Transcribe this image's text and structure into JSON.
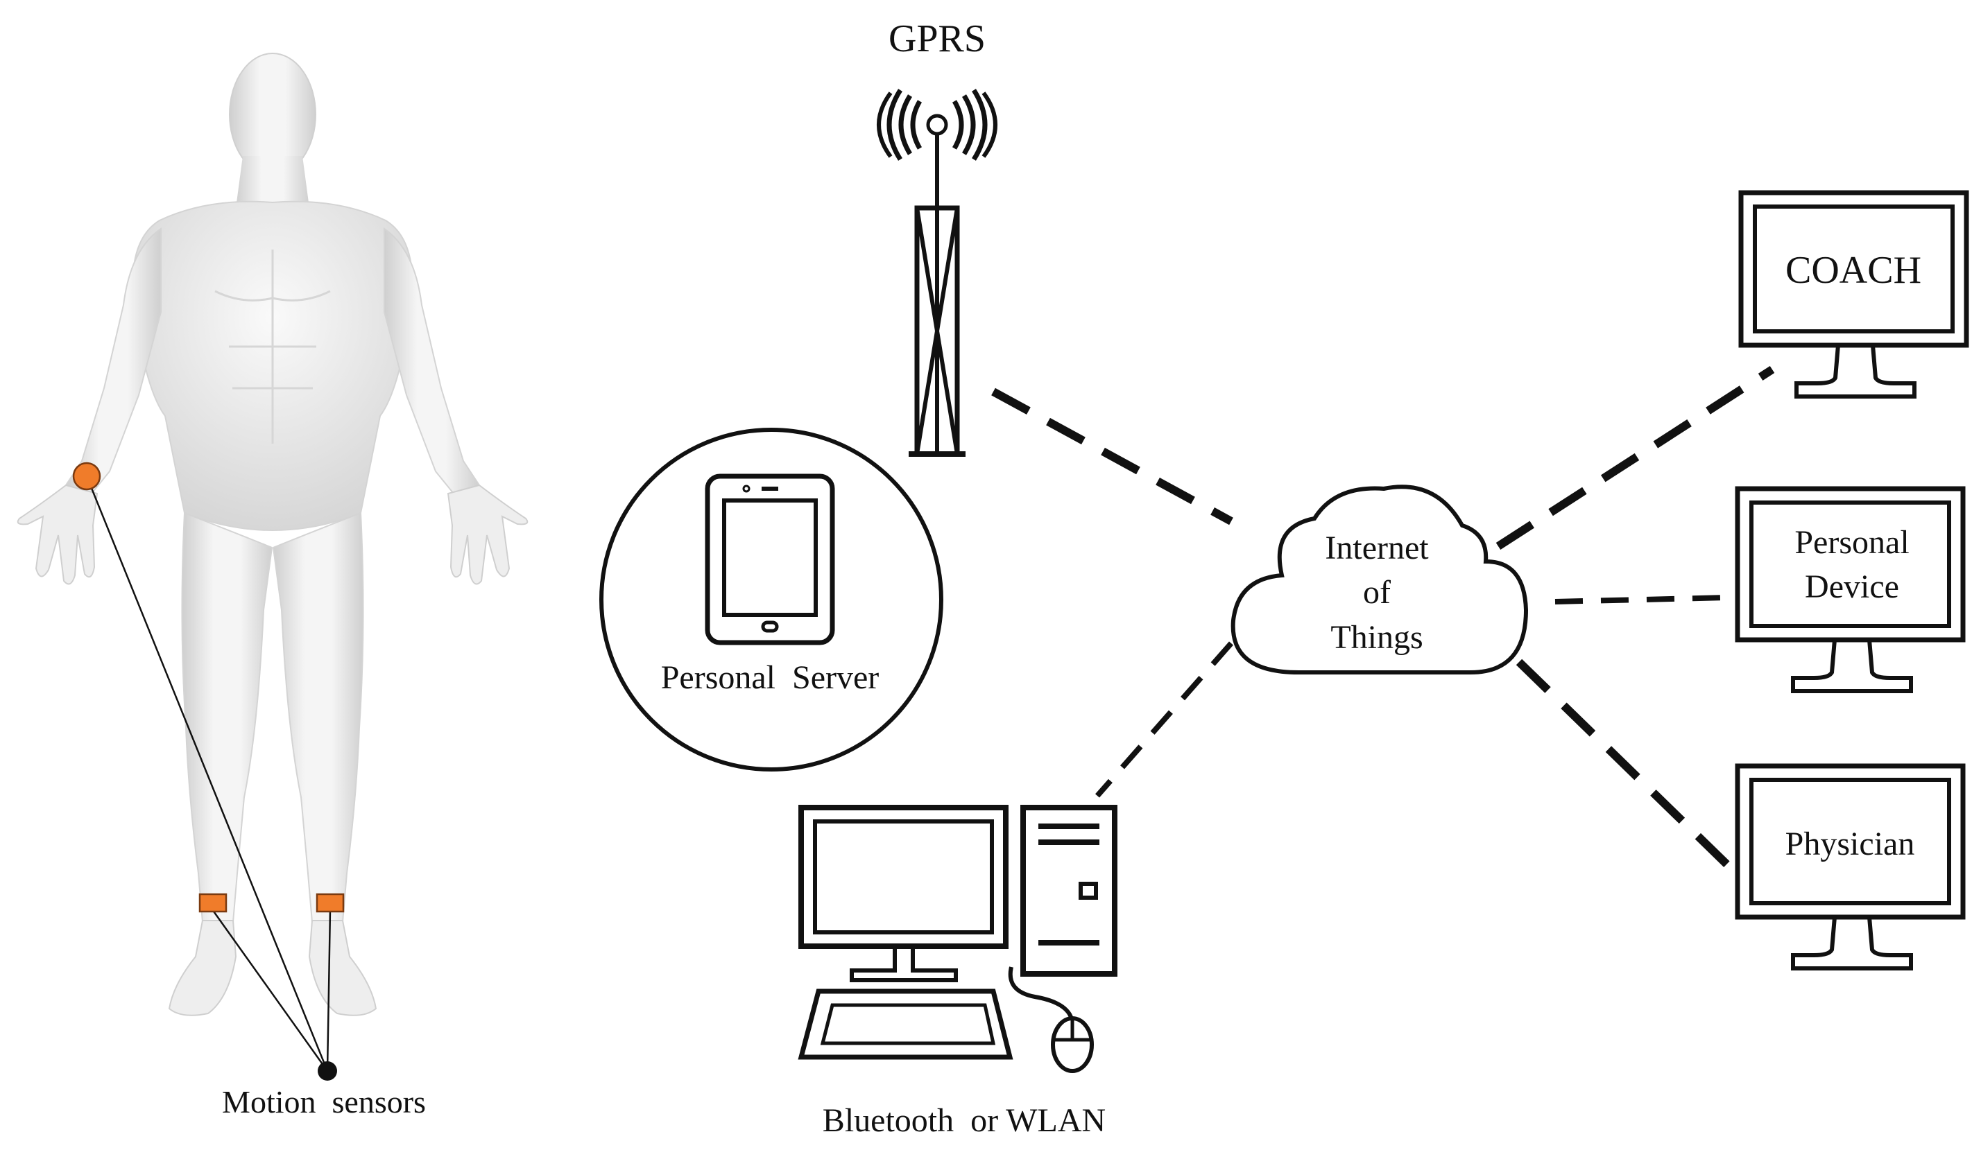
{
  "labels": {
    "gprs": "GPRS",
    "coach": "COACH",
    "personal_device_line1": "Personal",
    "personal_device_line2": "Device",
    "physician": "Physician",
    "iot_line1": "Internet",
    "iot_line2": "of",
    "iot_line3": "Things",
    "personal_server": "Personal  Server",
    "bluetooth_wlan": "Bluetooth  or WLAN",
    "motion_sensors": "Motion  sensors"
  },
  "colors": {
    "sensor_fill": "#f07c2a",
    "sensor_stroke": "#7a3a10",
    "line": "#111111",
    "body_light": "#f4f4f4",
    "body_mid": "#dedede",
    "body_shadow": "#c9c9c9"
  },
  "icons": {
    "human_figure": "human-body-silhouette",
    "tower": "cell-tower-icon",
    "tablet": "tablet-icon",
    "cloud": "cloud-icon",
    "desktop": "desktop-computer-icon",
    "monitor": "monitor-icon"
  }
}
